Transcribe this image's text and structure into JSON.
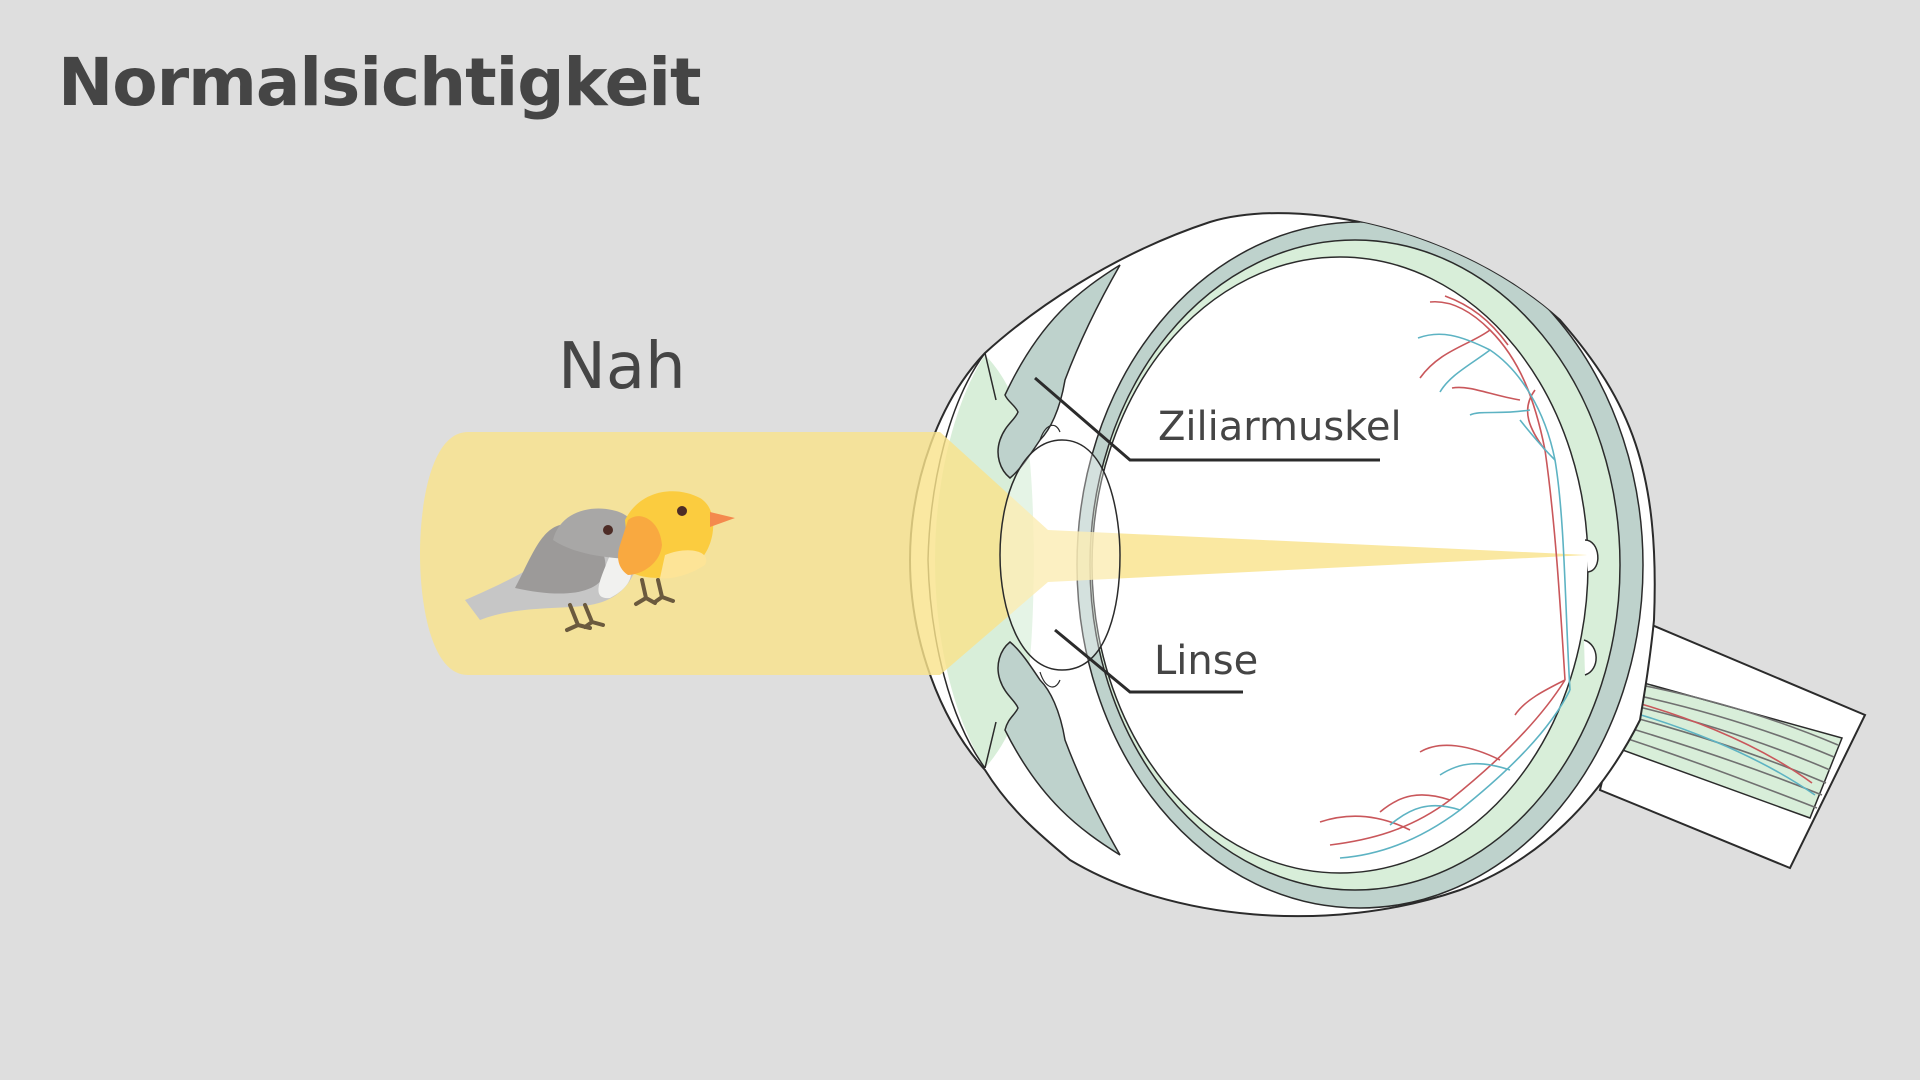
{
  "title": "Normalsichtigkeit",
  "distance_label": "Nah",
  "labels": {
    "ciliary_muscle": "Ziliarmuskel",
    "lens": "Linse"
  },
  "colors": {
    "background": "#dedede",
    "light_beam": "#f9e38c",
    "sclera_fill": "#ffffff",
    "choroid": "#bed2cc",
    "retina": "#d8eed9",
    "artery": "#c9575b",
    "vein": "#5db3c3",
    "text": "#454545",
    "outline": "#2b2b2b"
  },
  "icons": [
    "grey-bird-icon",
    "yellow-bird-icon"
  ]
}
